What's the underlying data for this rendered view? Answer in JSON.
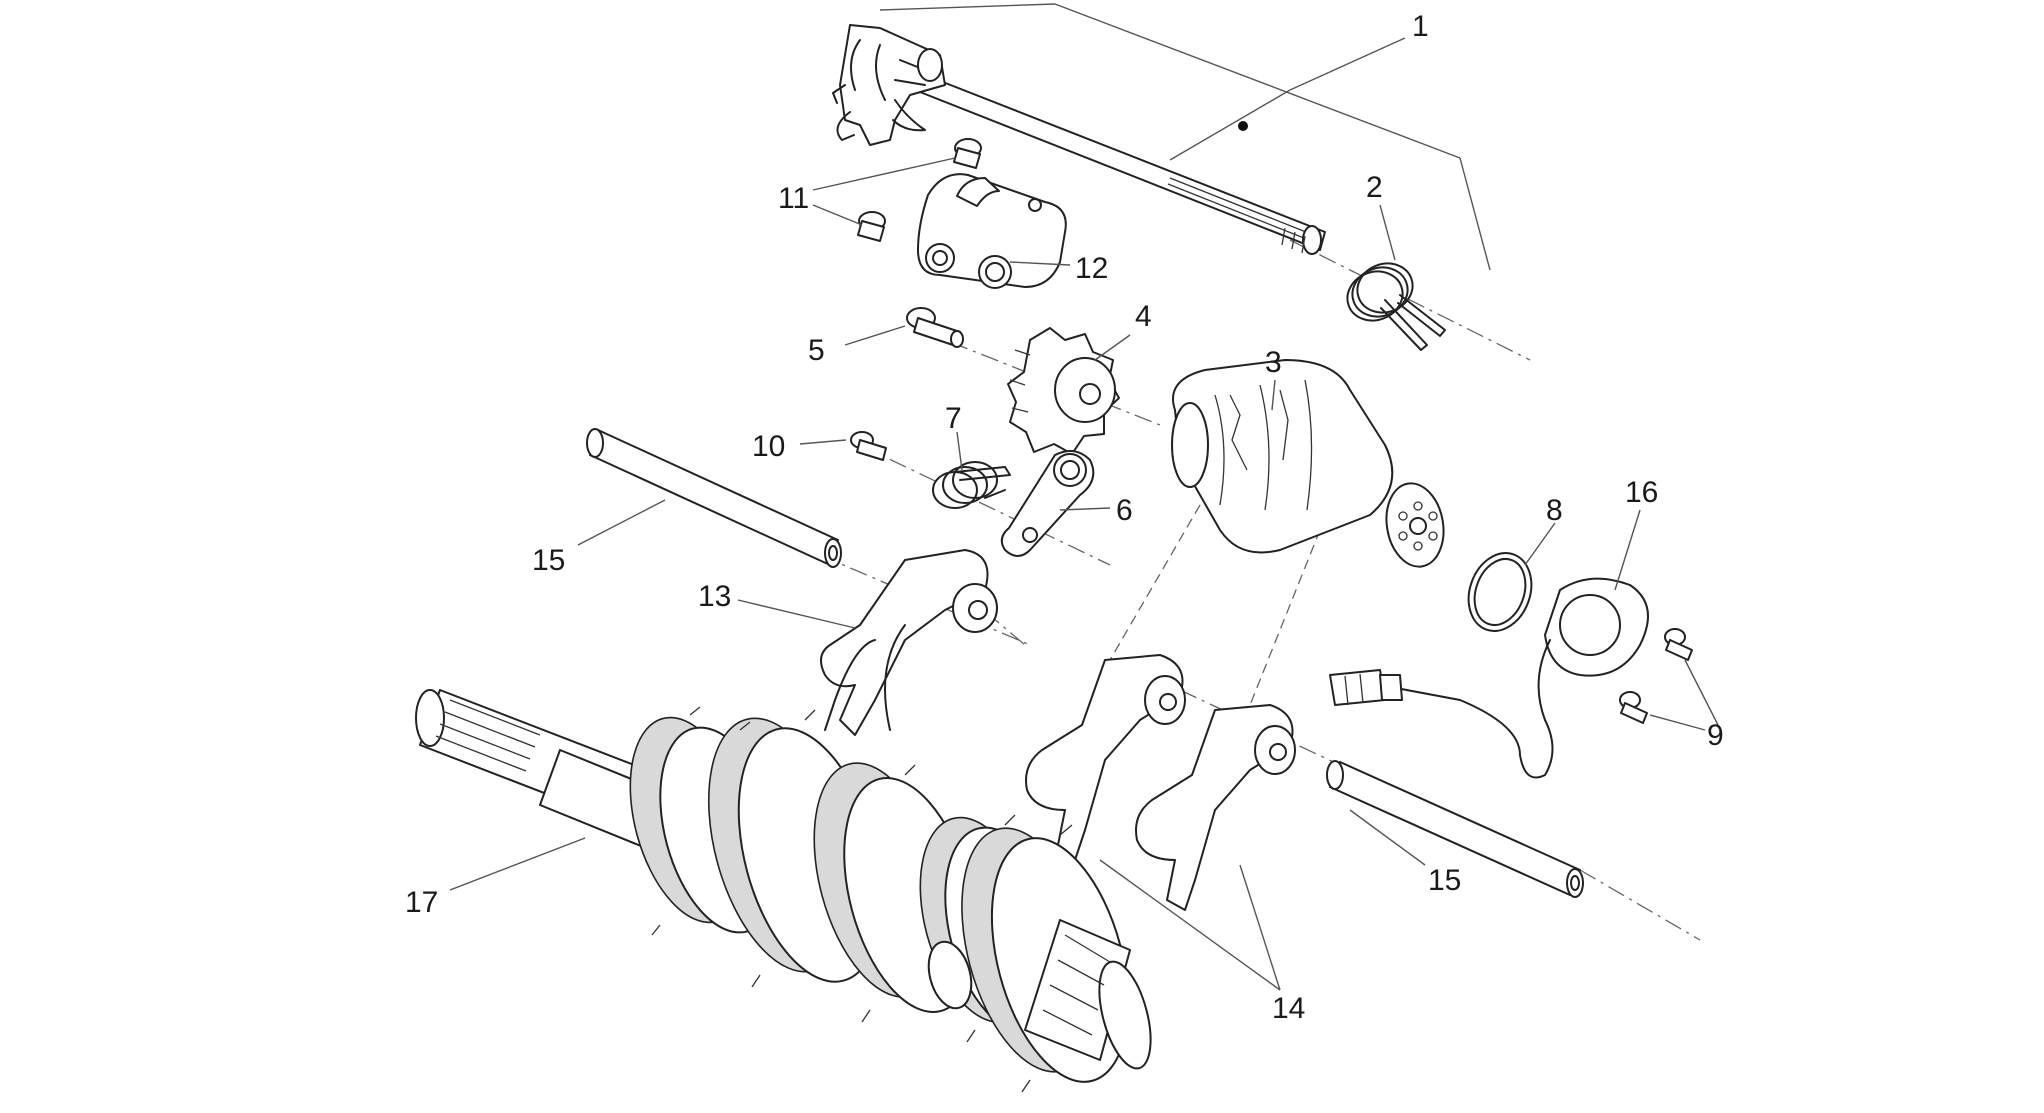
{
  "diagram": {
    "colors": {
      "line": "#222222",
      "background": "#ffffff",
      "label": "#1a1a1a"
    },
    "callouts": [
      {
        "id": "c1",
        "text": "1"
      },
      {
        "id": "c2",
        "text": "2"
      },
      {
        "id": "c3",
        "text": "3"
      },
      {
        "id": "c4",
        "text": "4"
      },
      {
        "id": "c5",
        "text": "5"
      },
      {
        "id": "c6",
        "text": "6"
      },
      {
        "id": "c7",
        "text": "7"
      },
      {
        "id": "c8",
        "text": "8"
      },
      {
        "id": "c9",
        "text": "9"
      },
      {
        "id": "c10",
        "text": "10"
      },
      {
        "id": "c11",
        "text": "11"
      },
      {
        "id": "c12",
        "text": "12"
      },
      {
        "id": "c13",
        "text": "13"
      },
      {
        "id": "c14",
        "text": "14"
      },
      {
        "id": "c15a",
        "text": "15"
      },
      {
        "id": "c15b",
        "text": "15"
      },
      {
        "id": "c16",
        "text": "16"
      },
      {
        "id": "c17",
        "text": "17"
      }
    ]
  }
}
